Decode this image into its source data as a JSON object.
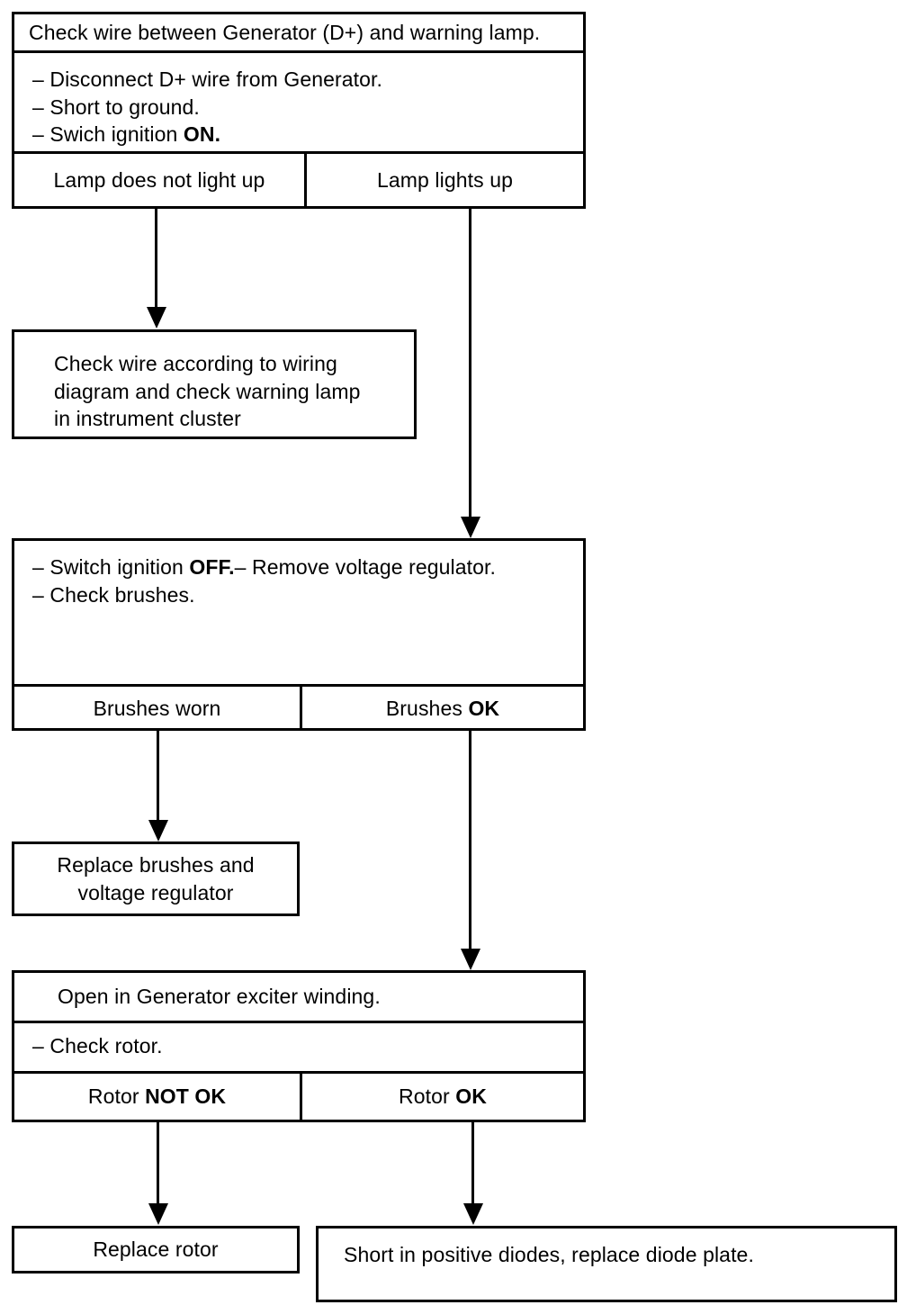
{
  "diagram": {
    "title": "Generator warning lamp diagnosis flowchart",
    "type": "flowchart",
    "ink_color": "#000000",
    "background_color": "#ffffff"
  },
  "nodes": {
    "check_wire": {
      "header": "Check wire between Generator (D+) and warning lamp.",
      "steps": "–  Disconnect  D+ wire from  Generator.\n–  Short to ground.\n–  Swich ignition ",
      "steps_bold_tail": "ON.",
      "outcome_left": "Lamp does not light up",
      "outcome_right": "Lamp lights up"
    },
    "check_wiring_diagram": {
      "body": "Check wire according to wiring\ndiagram and check warning lamp\nin instrument cluster"
    },
    "check_brushes": {
      "steps": "–  Switch ignition ",
      "steps_bold_tail": "OFF.",
      "steps_rest": "–  Remove voltage regulator.\n–  Check brushes.",
      "outcome_left": "Brushes worn",
      "outcome_right_plain": "Brushes ",
      "outcome_right_bold": "OK"
    },
    "replace_brushes": {
      "body": "Replace brushes and\nvoltage regulator"
    },
    "exciter_winding": {
      "header": "Open in Generator exciter winding.",
      "steps": "–  Check rotor.",
      "outcome_left_plain": "Rotor ",
      "outcome_left_bold": "NOT OK",
      "outcome_right_plain": "Rotor ",
      "outcome_right_bold": "OK"
    },
    "replace_rotor": {
      "body": "Replace rotor"
    },
    "short_diodes": {
      "body": "Short in positive diodes, replace diode plate."
    }
  },
  "connectors": [
    {
      "name": "lamp-not-light-to-check-wiring",
      "from": "check_wire.outcome_left",
      "to": "check_wiring_diagram"
    },
    {
      "name": "lamp-lights-to-check-brushes",
      "from": "check_wire.outcome_right",
      "to": "check_brushes"
    },
    {
      "name": "brushes-worn-to-replace-brushes",
      "from": "check_brushes.outcome_left",
      "to": "replace_brushes"
    },
    {
      "name": "brushes-ok-to-exciter-winding",
      "from": "check_brushes.outcome_right",
      "to": "exciter_winding"
    },
    {
      "name": "rotor-not-ok-to-replace-rotor",
      "from": "exciter_winding.outcome_left",
      "to": "replace_rotor"
    },
    {
      "name": "rotor-ok-to-short-diodes",
      "from": "exciter_winding.outcome_right",
      "to": "short_diodes"
    }
  ]
}
